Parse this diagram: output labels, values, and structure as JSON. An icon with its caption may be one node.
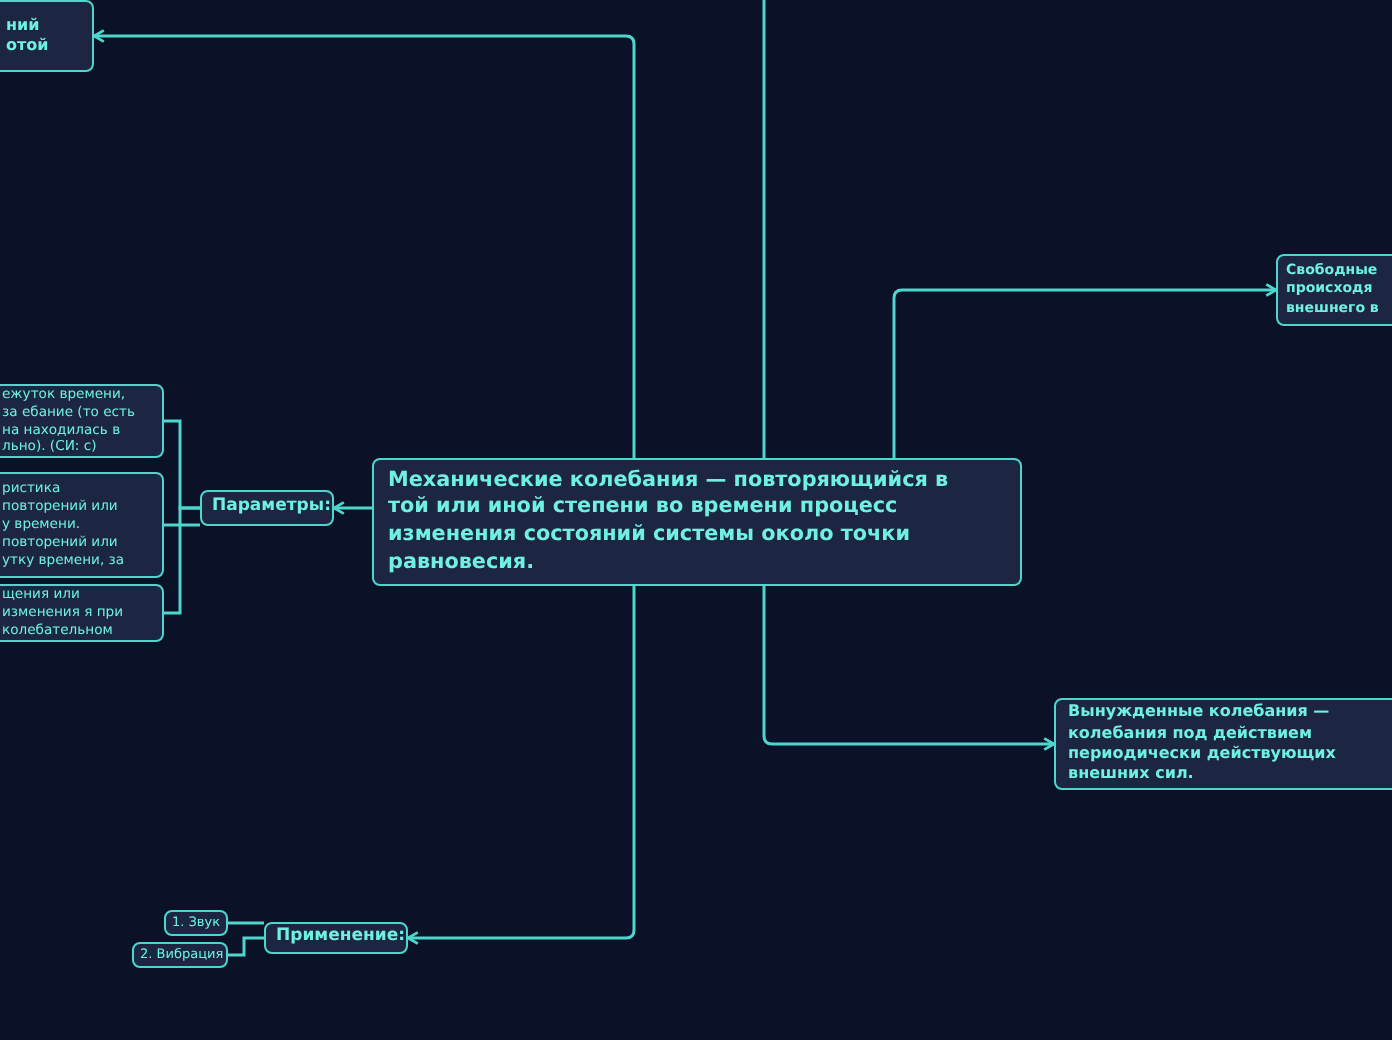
{
  "diagram": {
    "nodes": [
      {
        "text": [
          "ний отой"
        ]
      },
      {
        "text": [
          "ежуток времени, за ебание (то есть на находилась в льно). (СИ: с)"
        ]
      },
      {
        "text": [
          "ристика повторений или у времени. повторений или утку времени, за"
        ]
      },
      {
        "text": [
          "щения или изменения я при колебательном"
        ]
      },
      {
        "text": [
          "Параметры:"
        ]
      },
      {
        "text": [
          "Механические колебания — повторяющийся в той или иной степени во времени процесс изменения состояний системы около точки равновесия."
        ]
      },
      {
        "text": [
          "Свободные происходя внешнего в"
        ]
      },
      {
        "text": [
          "Вынужденные колебания — колебания под действием периодически действующих внешних сил."
        ]
      },
      {
        "text": [
          "1. Звук"
        ]
      },
      {
        "text": [
          "2. Вибрация"
        ]
      },
      {
        "text": [
          "Применение:"
        ]
      }
    ],
    "edges": [
      {
        "from": 5,
        "to": 0,
        "arrow": "to"
      },
      {
        "from": 5,
        "to": 4,
        "arrow": "to"
      },
      {
        "from": 4,
        "to": 1,
        "arrow": "none"
      },
      {
        "from": 4,
        "to": 2,
        "arrow": "none"
      },
      {
        "from": 4,
        "to": 3,
        "arrow": "none"
      },
      {
        "from": 5,
        "to": 6,
        "arrow": "to"
      },
      {
        "from": 5,
        "to": 7,
        "arrow": "to"
      },
      {
        "from": 5,
        "to": 10,
        "arrow": "to"
      },
      {
        "from": 10,
        "to": 8,
        "arrow": "none"
      },
      {
        "from": 10,
        "to": 9,
        "arrow": "none"
      },
      {
        "from": 5,
        "to": null,
        "arrow": "none"
      }
    ]
  }
}
